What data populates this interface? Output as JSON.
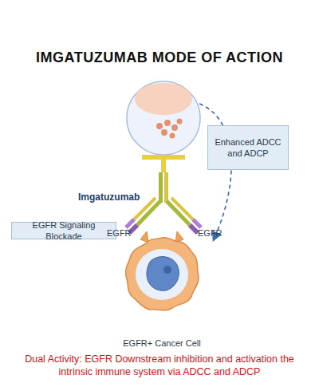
{
  "diagram": {
    "title": "IMGATUZUMAB MODE OF ACTION",
    "caption": "Dual Activity: EGFR Downstream inhibition and activation the intrinsic immune system via ADCC and ADCP",
    "nodes": [
      {
        "text": [
          "Enhanced ADCC and ADCP"
        ]
      },
      {
        "text": [
          "EGFR Signaling Blockade"
        ]
      },
      {
        "text": [
          "EGFR+ Cancer Cell"
        ]
      }
    ],
    "labels": [
      "Imgatuzumab",
      "EGFR",
      "EGFR"
    ]
  }
}
